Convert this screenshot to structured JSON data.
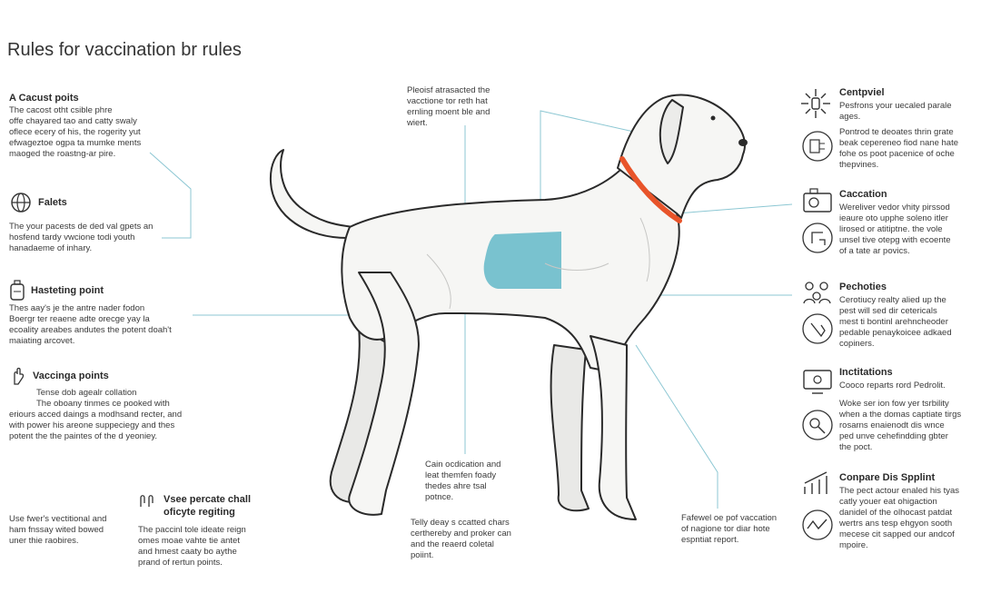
{
  "title": "Rules for vaccination br rules",
  "left": [
    {
      "heading": "A Cacust poits",
      "lines": [
        "The cacost otht csible phre",
        "offe chayared tao and catty swaly",
        "oflece ecery of his, the rogerity yut",
        "efwageztoe ogpa ta mumke ments",
        "maoged the roastng-ar pire."
      ]
    },
    {
      "heading": "Falets",
      "lines": [
        "The your pacests de ded val gpets an",
        "hosfend tardy vwcione todi youth",
        "hanadaeme of inhary."
      ]
    },
    {
      "heading": "Hasteting point",
      "lines": [
        "Thes aay's je the antre nader fodon",
        "Boergr ter reaene adte orecge yay la",
        "ecoality areabes andutes the potent doah't",
        "maiating arcovet."
      ]
    },
    {
      "heading": "Vaccinga points",
      "lines": [
        "Tense dob agealr collation",
        "The oboany tinmes ce pooked with",
        "eriours acced daings a modhsand recter, and",
        "with power his areone suppeciegy and thes",
        "potent the the paintes of the d yeoniey."
      ]
    },
    {
      "heading": "",
      "lines": [
        "Use fwer's vectitional and",
        "ham fnssay wited bowed",
        "uner thie raobires."
      ]
    }
  ],
  "bottom_left": {
    "heading": "Vsee percate chall",
    "subheading": "oficyte regiting",
    "lines": [
      "The paccinl tole ideate reign",
      "omes moae vahte tie antet",
      "and hmest caaty bo aythe",
      "prand of rertun points."
    ]
  },
  "center_top": [
    "Pleoisf atrasacted the",
    "vacctione tor reth hat",
    "ernling moent ble and",
    "wiert."
  ],
  "center_mid": [
    "Cain ocdication and",
    "leat themfen foady",
    "thedes ahre tsal",
    "potnce."
  ],
  "center_bot": [
    "Telly deay s ccatted chars",
    "certhereby and proker can",
    "and the reaerd coletal",
    "poiint."
  ],
  "center_right": [
    "Fafewel oe pof vaccation",
    "of nagione tor diar hote",
    "espntiat report."
  ],
  "right": [
    {
      "heading": "Centpviel",
      "lines": [
        "Pesfrons your uecaled parale",
        "ages."
      ],
      "icon": "sparkle-icon"
    },
    {
      "heading": "",
      "lines": [
        "Pontrod te deoates thrin grate",
        "beak cepereneo fiod nane hate",
        "fohe os poot pacenice of oche",
        "thepvines."
      ],
      "icon": "form-icon"
    },
    {
      "heading": "Caccation",
      "lines": [
        "Wereliver vedor vhity pirssod",
        "ieaure oto upphe soleno itler",
        "lirosed or atitiptne. the vole",
        "unsel tive otepg with ecoente",
        "of a tate ar povics."
      ],
      "icon": "camera-icon"
    },
    {
      "heading": "",
      "lines": [],
      "icon": "arrow-icon"
    },
    {
      "heading": "Pechoties",
      "lines": [
        "Cerotiucy realty alied up the",
        "pest will sed dir cetericals",
        "mest ti bontinl arehncheoder",
        "pedable penaykoicee adkaed",
        "copiners."
      ],
      "icon": "group-icon"
    },
    {
      "heading": "",
      "lines": [],
      "icon": "note-icon"
    },
    {
      "heading": "Inctitations",
      "lines": [
        "Cooco reparts rord Pedrolit.",
        "",
        "Woke ser ion fow yer tsrbility",
        "when a the domas captiate tirgs",
        "rosarns enaienodt dis wnce",
        "ped unve cehefindding gbter",
        "the poct."
      ],
      "icon": "monitor-icon"
    },
    {
      "heading": "",
      "lines": [],
      "icon": "scope-icon"
    },
    {
      "heading": "Conpare Dis Spplint",
      "lines": [
        "The pect actour enaled his tyas",
        "catly youer eat ohigaction",
        "danidel of the olhocast patdat",
        "wertrs ans tesp ehgyon sooth",
        "mecese cit sapped our andcof",
        "mpoire."
      ],
      "icon": "chart-icon"
    },
    {
      "heading": "",
      "lines": [],
      "icon": "trend-icon"
    }
  ],
  "colors": {
    "collar": "#e8542a",
    "patch": "#79c2cf",
    "leader": "#8cc7d3",
    "outline": "#2a2a2a",
    "fur": "#f6f6f4"
  }
}
